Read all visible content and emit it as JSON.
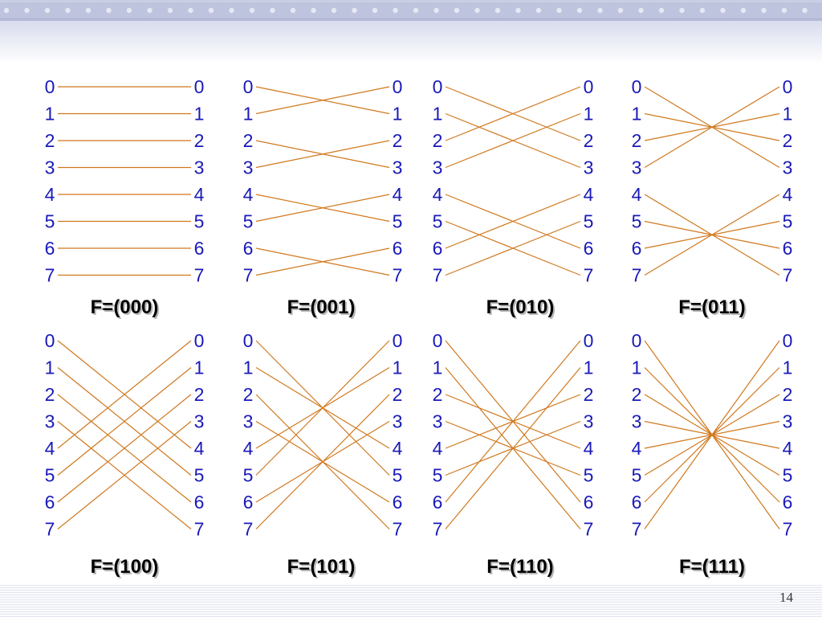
{
  "slide": {
    "page_number": "14"
  },
  "colors": {
    "digit": "#1a1ab8",
    "line": "#d0781e",
    "label": "#000000"
  },
  "node_labels": [
    "0",
    "1",
    "2",
    "3",
    "4",
    "5",
    "6",
    "7"
  ],
  "panels": [
    {
      "label": "F=(000)",
      "mapping": [
        0,
        1,
        2,
        3,
        4,
        5,
        6,
        7
      ]
    },
    {
      "label": "F=(001)",
      "mapping": [
        1,
        0,
        3,
        2,
        5,
        4,
        7,
        6
      ]
    },
    {
      "label": "F=(010)",
      "mapping": [
        2,
        3,
        0,
        1,
        6,
        7,
        4,
        5
      ]
    },
    {
      "label": "F=(011)",
      "mapping": [
        3,
        2,
        1,
        0,
        7,
        6,
        5,
        4
      ]
    },
    {
      "label": "F=(100)",
      "mapping": [
        4,
        5,
        6,
        7,
        0,
        1,
        2,
        3
      ]
    },
    {
      "label": "F=(101)",
      "mapping": [
        5,
        4,
        7,
        6,
        1,
        0,
        3,
        2
      ]
    },
    {
      "label": "F=(110)",
      "mapping": [
        6,
        7,
        4,
        5,
        2,
        3,
        0,
        1
      ]
    },
    {
      "label": "F=(111)",
      "mapping": [
        7,
        6,
        5,
        4,
        3,
        2,
        1,
        0
      ]
    }
  ]
}
